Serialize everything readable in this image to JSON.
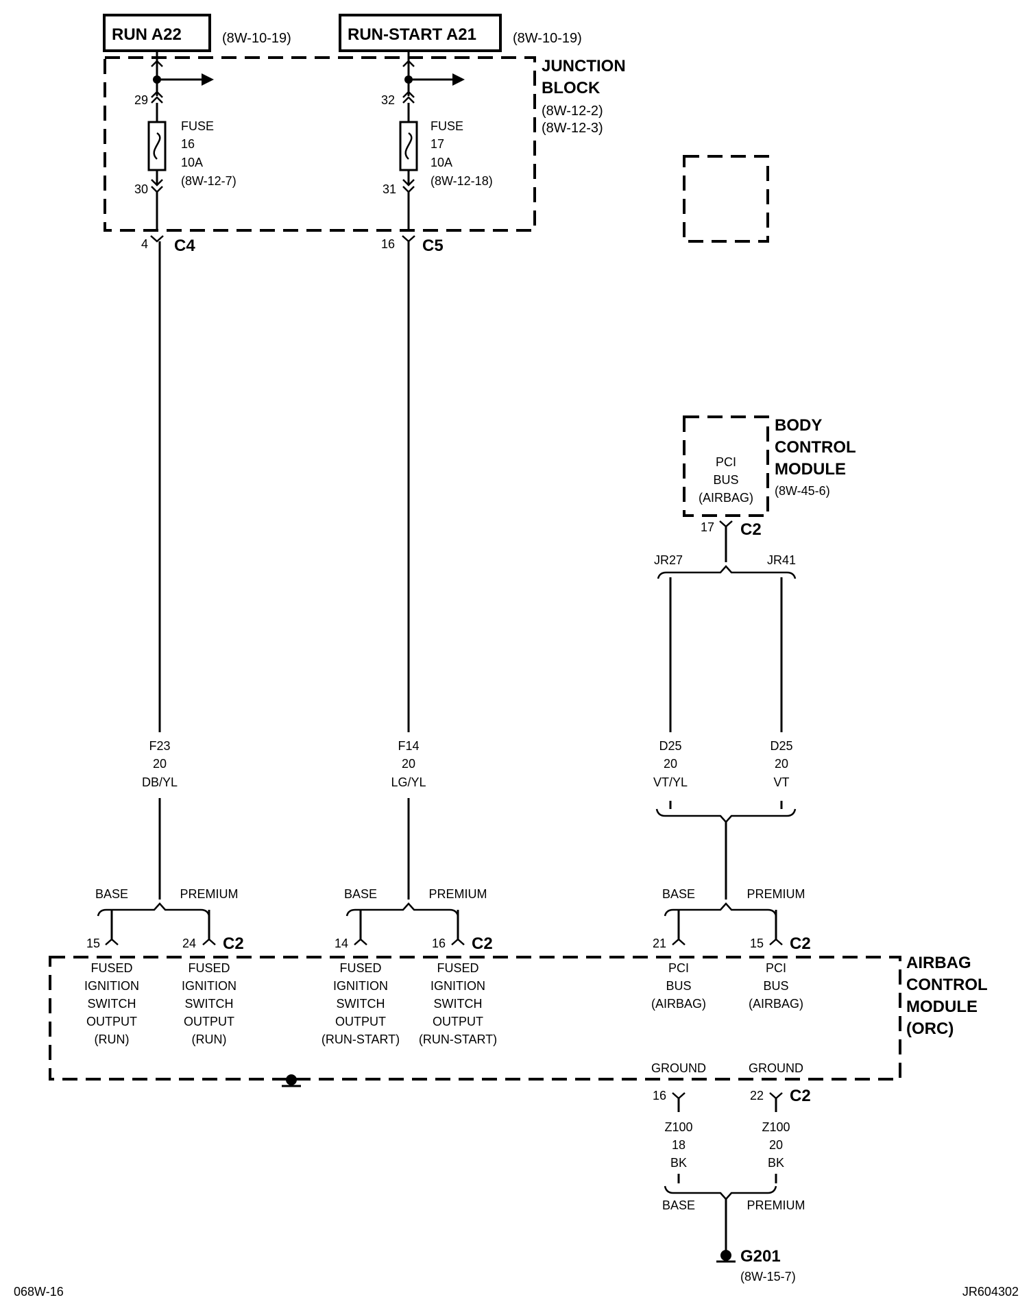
{
  "sources": [
    {
      "name": "RUN A22",
      "ref": "(8W-10-19)"
    },
    {
      "name": "RUN-START A21",
      "ref": "(8W-10-19)"
    }
  ],
  "junction_block": {
    "title": [
      "JUNCTION",
      "BLOCK"
    ],
    "refs": [
      "(8W-12-2)",
      "(8W-12-3)"
    ],
    "fuses": [
      {
        "pin_in": "29",
        "pin_out": "30",
        "lines": [
          "FUSE",
          "16",
          "10A",
          "(8W-12-7)"
        ],
        "conn_pin": "4",
        "conn": "C4"
      },
      {
        "pin_in": "32",
        "pin_out": "31",
        "lines": [
          "FUSE",
          "17",
          "10A",
          "(8W-12-18)"
        ],
        "conn_pin": "16",
        "conn": "C5"
      }
    ]
  },
  "body_control_module": {
    "title": [
      "BODY",
      "CONTROL",
      "MODULE"
    ],
    "ref": "(8W-45-6)",
    "label": [
      "PCI",
      "BUS",
      "(AIRBAG)"
    ],
    "pin": "17",
    "conn": "C2",
    "splice_left": "JR27",
    "splice_right": "JR41"
  },
  "wires": [
    {
      "circuit": "F23",
      "gauge": "20",
      "color": "DB/YL"
    },
    {
      "circuit": "F14",
      "gauge": "20",
      "color": "LG/YL"
    },
    {
      "circuit": "D25",
      "gauge": "20",
      "color": "VT/YL"
    },
    {
      "circuit": "D25",
      "gauge": "20",
      "color": "VT"
    }
  ],
  "variant_labels": {
    "base": "BASE",
    "premium": "PREMIUM"
  },
  "airbag_module": {
    "title": [
      "AIRBAG",
      "CONTROL",
      "MODULE",
      "(ORC)"
    ],
    "conn": "C2",
    "pins": [
      {
        "pin": "15",
        "lines": [
          "FUSED",
          "IGNITION",
          "SWITCH",
          "OUTPUT",
          "(RUN)"
        ]
      },
      {
        "pin": "24",
        "lines": [
          "FUSED",
          "IGNITION",
          "SWITCH",
          "OUTPUT",
          "(RUN)"
        ]
      },
      {
        "pin": "14",
        "lines": [
          "FUSED",
          "IGNITION",
          "SWITCH",
          "OUTPUT",
          "(RUN-START)"
        ]
      },
      {
        "pin": "16",
        "lines": [
          "FUSED",
          "IGNITION",
          "SWITCH",
          "OUTPUT",
          "(RUN-START)"
        ]
      },
      {
        "pin": "21",
        "lines": [
          "PCI",
          "BUS",
          "(AIRBAG)"
        ]
      },
      {
        "pin": "15",
        "lines": [
          "PCI",
          "BUS",
          "(AIRBAG)"
        ]
      }
    ],
    "grounds": [
      {
        "label": "GROUND",
        "pin": "16",
        "circuit": "Z100",
        "gauge": "18",
        "color": "BK"
      },
      {
        "label": "GROUND",
        "pin": "22",
        "circuit": "Z100",
        "gauge": "20",
        "color": "BK"
      }
    ]
  },
  "ground_point": {
    "name": "G201",
    "ref": "(8W-15-7)"
  },
  "footer": {
    "left": "068W-16",
    "right": "JR604302"
  }
}
